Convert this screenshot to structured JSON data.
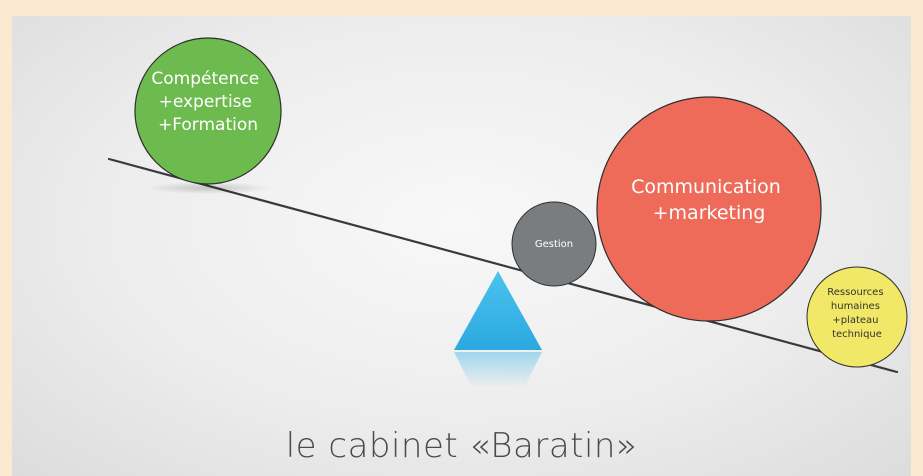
{
  "bubbles": {
    "competence": {
      "lines": [
        "Compétence",
        "+expertise",
        "+Formation"
      ],
      "color": "#6dbb4f"
    },
    "gestion": {
      "lines": [
        "Gestion"
      ],
      "color": "#7a7d80"
    },
    "communication": {
      "lines": [
        "Communication",
        "+marketing"
      ],
      "color": "#ee6b5a"
    },
    "ressources": {
      "lines": [
        "Ressources",
        "humaines",
        "+plateau",
        "technique"
      ],
      "color": "#f0e866"
    }
  },
  "fulcrum": {
    "color": "#3cb6e6"
  },
  "caption": "le cabinet «Baratin»"
}
